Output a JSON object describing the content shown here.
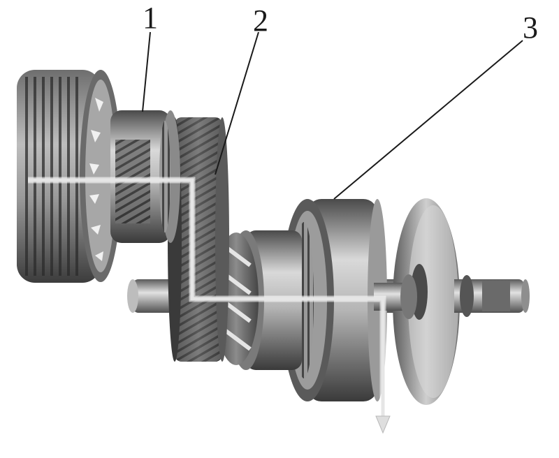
{
  "labels": {
    "callout_1": "1",
    "callout_2": "2",
    "callout_3": "3"
  },
  "components": {
    "1": "clutch-drum-with-planetary-gear",
    "2": "helical-drive-gear",
    "3": "output-clutch-and-shaft"
  },
  "colors": {
    "background": "#ffffff",
    "metal_dark": "#3a3a3a",
    "metal_mid": "#8a8a8a",
    "metal_light": "#d8d8d8",
    "power_flow_path": "#e6e6e6",
    "leader_line": "#1a1a1a"
  }
}
